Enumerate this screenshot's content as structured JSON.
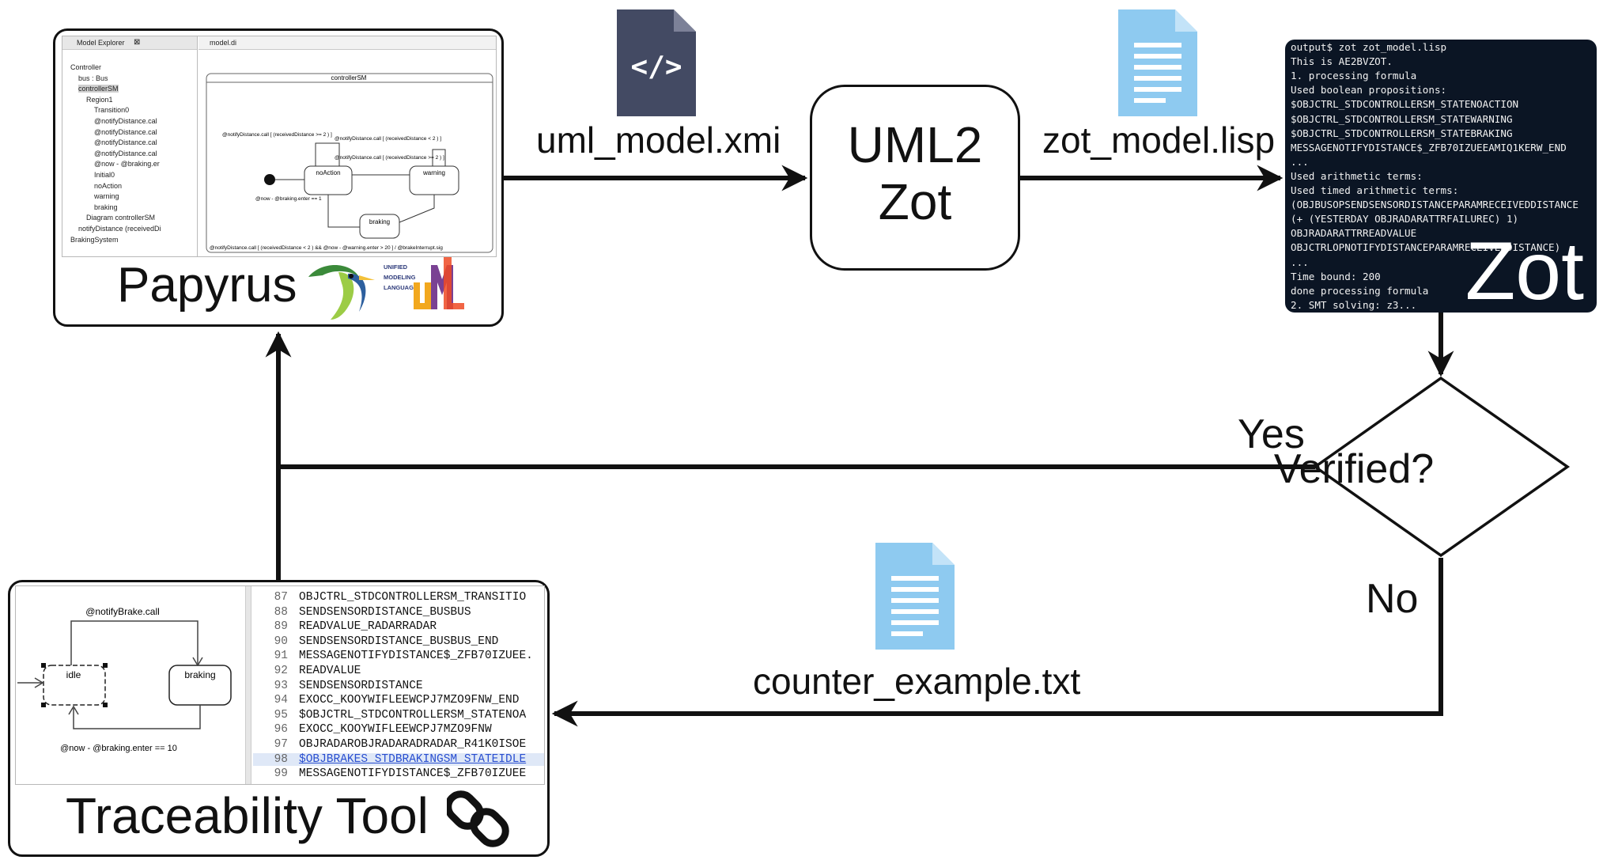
{
  "papyrus": {
    "label": "Papyrus",
    "tab_model_explorer": "Model Explorer",
    "tab_model_di": "model.di",
    "tree": [
      "Controller",
      "bus : Bus",
      "controllerSM",
      "Region1",
      "Transition0",
      "@notifyDistance.cal",
      "@notifyDistance.cal",
      "@notifyDistance.cal",
      "@notifyDistance.cal",
      "@now - @braking.er",
      "Initial0",
      "noAction",
      "warning",
      "braking",
      "Diagram controllerSM",
      "notifyDistance (receivedDi",
      "BrakingSystem"
    ],
    "diagram": {
      "frame_title": "controllerSM",
      "state_no_action": "noAction",
      "state_warning": "warning",
      "state_braking": "braking",
      "guard_top_left": "@notifyDistance.call [ (receivedDistance >= 2 ) ]",
      "guard_top_mid": "@notifyDistance.call [ (receivedDistance < 2 ) ]",
      "guard_mid": "@notifyDistance.call [ (receivedDistance >= 2 ) ]",
      "guard_left": "@now - @braking.enter == 1",
      "guard_bottom": "@notifyDistance.call [ (receivedDistance < 2 ) && @now - @warning.enter > 20 ] / @brakeInterrupt.sig"
    },
    "uml_logo_text": [
      "UNIFIED",
      "MODELING",
      "LANGUAGE"
    ]
  },
  "traceability": {
    "label": "Traceability Tool",
    "diagram": {
      "top_event": "@notifyBrake.call",
      "state_idle": "idle",
      "state_braking": "braking",
      "bottom_guard": "@now - @braking.enter == 10"
    },
    "code_lines": [
      {
        "n": "87",
        "text": "OBJCTRL_STDCONTROLLERSM_TRANSITIO"
      },
      {
        "n": "88",
        "text": "SENDSENSORDISTANCE_BUSBUS"
      },
      {
        "n": "89",
        "text": "READVALUE_RADARRADAR"
      },
      {
        "n": "90",
        "text": "SENDSENSORDISTANCE_BUSBUS_END"
      },
      {
        "n": "91",
        "text": "MESSAGENOTIFYDISTANCE$_ZFB70IZUEE."
      },
      {
        "n": "92",
        "text": "READVALUE"
      },
      {
        "n": "93",
        "text": "SENDSENSORDISTANCE"
      },
      {
        "n": "94",
        "text": "EXOCC_KOOYWIFLEEWCPJ7MZO9FNW_END"
      },
      {
        "n": "95",
        "text": "$OBJCTRL_STDCONTROLLERSM_STATENOA"
      },
      {
        "n": "96",
        "text": "EXOCC_KOOYWIFLEEWCPJ7MZO9FNW"
      },
      {
        "n": "97",
        "text": "OBJRADAROBJRADARADRADAR_R41K0ISOE"
      },
      {
        "n": "98",
        "text": "$OBJBRAKES_STDBRAKINGSM_STATEIDLE"
      },
      {
        "n": "99",
        "text": "MESSAGENOTIFYDISTANCE$_ZFB70IZUEE"
      }
    ]
  },
  "uml2zot": {
    "line1": "UML2",
    "line2": "Zot"
  },
  "files": {
    "xmi": "uml_model.xmi",
    "lisp": "zot_model.lisp",
    "counter": "counter_example.txt",
    "code_icon_glyph": "</>"
  },
  "terminal": {
    "brand": "Zot",
    "lines": [
      "output$ zot zot_model.lisp",
      "This is AE2BVZOT.",
      "1. processing formula",
      "Used boolean propositions:",
      " $OBJCTRL_STDCONTROLLERSM_STATENOACTION",
      " $OBJCTRL_STDCONTROLLERSM_STATEWARNING",
      " $OBJCTRL_STDCONTROLLERSM_STATEBRAKING",
      " MESSAGENOTIFYDISTANCE$_ZFB70IZUEEAMIQ1KERW_END",
      "  ...",
      "Used arithmetic terms:",
      "Used timed arithmetic terms:",
      "(OBJBUSOPSENDSENSORDISTANCEPARAMRECEIVEDDISTANCE",
      "(+ (YESTERDAY OBJRADARATTRFAILUREC) 1)",
      "OBJRADARATTRREADVALUE",
      "OBJCTRLOPNOTIFYDISTANCEPARAMRECEIVEDDISTANCE)",
      "  ...",
      "Time bound: 200",
      "done processing formula",
      "2. SMT solving: z3..."
    ]
  },
  "decision": {
    "question": "Verified?",
    "yes": "Yes",
    "no": "No"
  },
  "colors": {
    "code_icon": "#434a63",
    "doc_icon": "#8ecaf0",
    "terminal_bg": "#0b1524"
  },
  "icons": [
    "code-file-icon",
    "text-document-icon",
    "chain-link-icon",
    "papyrus-bird-logo",
    "uml-logo"
  ]
}
